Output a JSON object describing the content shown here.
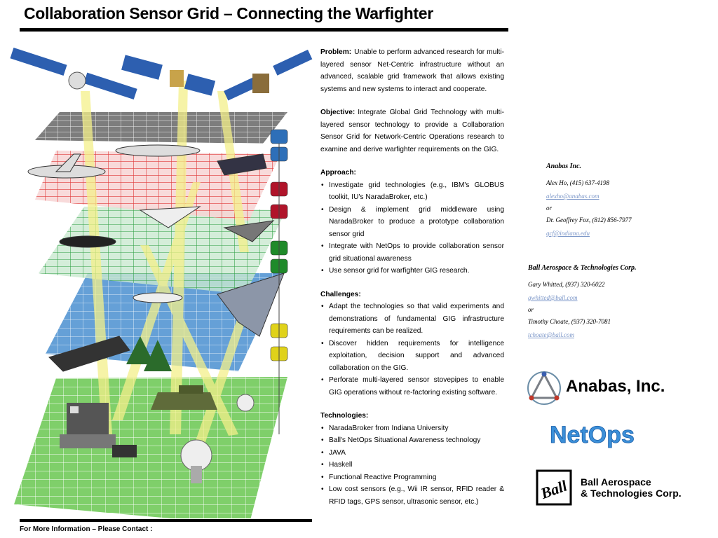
{
  "title": "Collaboration Sensor Grid – Connecting the Warfighter",
  "problem": {
    "label": "Problem:",
    "text": "Unable to perform advanced research for multi-layered sensor Net-Centric infrastructure without an advanced, scalable grid framework that allows existing systems and new systems to interact and cooperate."
  },
  "objective": {
    "label": "Objective:",
    "text": "Integrate Global Grid Technology with multi-layered sensor technology to provide a Collaboration Sensor Grid for Network-Centric Operations research to examine and derive warfighter requirements on the GIG."
  },
  "approach": {
    "label": "Approach:",
    "items": [
      "Investigate grid technologies (e.g., IBM's GLOBUS toolkit, IU's NaradaBroker, etc.)",
      "Design & implement grid middleware using NaradaBroker to produce a prototype collaboration sensor grid",
      "Integrate with NetOps to provide collaboration sensor grid situational awareness",
      "Use sensor grid for warfighter GIG research."
    ]
  },
  "challenges": {
    "label": "Challenges:",
    "items": [
      "Adapt the technologies so that valid experiments and demonstrations of fundamental GIG infrastructure requirements can be realized.",
      "Discover hidden requirements for intelligence exploitation, decision support and advanced collaboration on the GIG.",
      "Perforate multi-layered sensor stovepipes to enable GIG operations without re-factoring existing software."
    ]
  },
  "technologies": {
    "label": "Technologies:",
    "items": [
      "NaradaBroker from Indiana University",
      "Ball's NetOps Situational Awareness technology",
      "JAVA",
      "Haskell",
      "Functional Reactive Programming",
      "Low cost sensors (e.g., Wii IR sensor, RFID reader & RFID tags, GPS sensor, ultrasonic sensor, etc.)"
    ]
  },
  "contact_line": "For More Information – Please Contact :",
  "contacts": {
    "anabas": {
      "org": "Anabas Inc.",
      "person1": "Alex Ho, (415) 637-4198",
      "email1": "alexho@anabas.com",
      "or": "or",
      "person2": "Dr. Geoffrey Fox, (812) 856-7977",
      "email2": "gcf@indiana.edu"
    },
    "ball": {
      "org": "Ball Aerospace & Technologies Corp.",
      "person1": "Gary Whitted, (937) 320-6022",
      "email1": "gwhitted@ball.com",
      "or": "or",
      "person2": "Timothy Choate, (937) 320-7081",
      "email2": "tchoate@ball.com"
    }
  },
  "logos": {
    "anabas": "Anabas, Inc.",
    "netops": "NetOps",
    "ball_mark": "Ball",
    "ball_line1": "Ball Aerospace",
    "ball_line2": "& Technologies Corp."
  },
  "colors": {
    "layer_gray": "#7d7d7d",
    "layer_red": "#e03a3a",
    "layer_green": "#3cb44b",
    "layer_blue": "#4a8fd0",
    "layer_ground": "#7fcf6a",
    "beam_yellow": "#f4f08a",
    "link_blue": "#7b96c8"
  }
}
